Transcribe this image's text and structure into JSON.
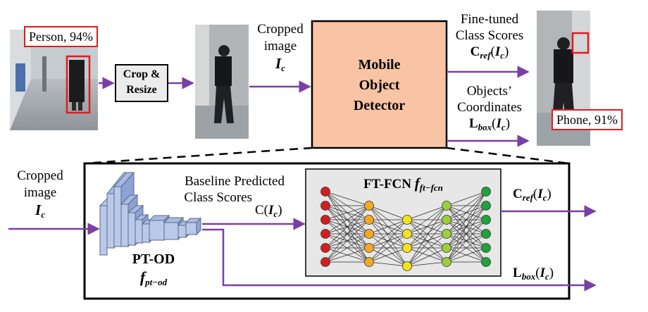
{
  "top": {
    "input_detection_label": "Person, 94%",
    "crop_resize_label_line1": "Crop &",
    "crop_resize_label_line2": "Resize",
    "cropped_image_line1": "Cropped",
    "cropped_image_line2": "image",
    "cropped_image_symbol": "I",
    "cropped_image_symbol_sub": "c",
    "detector_line1": "Mobile",
    "detector_line2": "Object",
    "detector_line3": "Detector",
    "finetuned_line1": "Fine-tuned",
    "finetuned_line2": "Class Scores",
    "finetuned_symbol": "C",
    "finetuned_symbol_sub": "ref",
    "finetuned_arg": "I",
    "finetuned_arg_sub": "c",
    "coords_line1": "Objects’",
    "coords_line2": "Coordinates",
    "coords_symbol": "L",
    "coords_symbol_sub": "box",
    "coords_arg": "I",
    "coords_arg_sub": "c",
    "output_detection_label": "Phone, 91%"
  },
  "bottom": {
    "cropped_image_line1": "Cropped",
    "cropped_image_line2": "image",
    "cropped_image_symbol": "I",
    "cropped_image_symbol_sub": "c",
    "baseline_line1": "Baseline Predicted",
    "baseline_line2": "Class Scores",
    "baseline_symbol": "C(",
    "baseline_arg": "I",
    "baseline_arg_sub": "c",
    "baseline_close": ")",
    "ptod_label": "PT-OD",
    "ptod_symbol": "f",
    "ptod_symbol_sub": "pt−od",
    "ftfcn_label": "FT-FCN ",
    "ftfcn_symbol": "f",
    "ftfcn_symbol_sub": "ft−fcn",
    "out_scores_symbol": "C",
    "out_scores_sub": "ref",
    "out_scores_arg": "I",
    "out_scores_arg_sub": "c",
    "out_box_symbol": "L",
    "out_box_sub": "box",
    "out_box_arg": "I",
    "out_box_arg_sub": "c"
  },
  "colors": {
    "arrow": "#7a3fa6",
    "detector_fill": "#f9c4a3",
    "red": "#e31b1b",
    "fcn_bg": "#e7e7e7",
    "node_red": "#d41e1e",
    "node_orange": "#f6a623",
    "node_yellow": "#f7e11b",
    "node_lightgreen": "#9bcf3b",
    "node_green": "#1fa23c",
    "block_fill": "#b9c9ea"
  }
}
